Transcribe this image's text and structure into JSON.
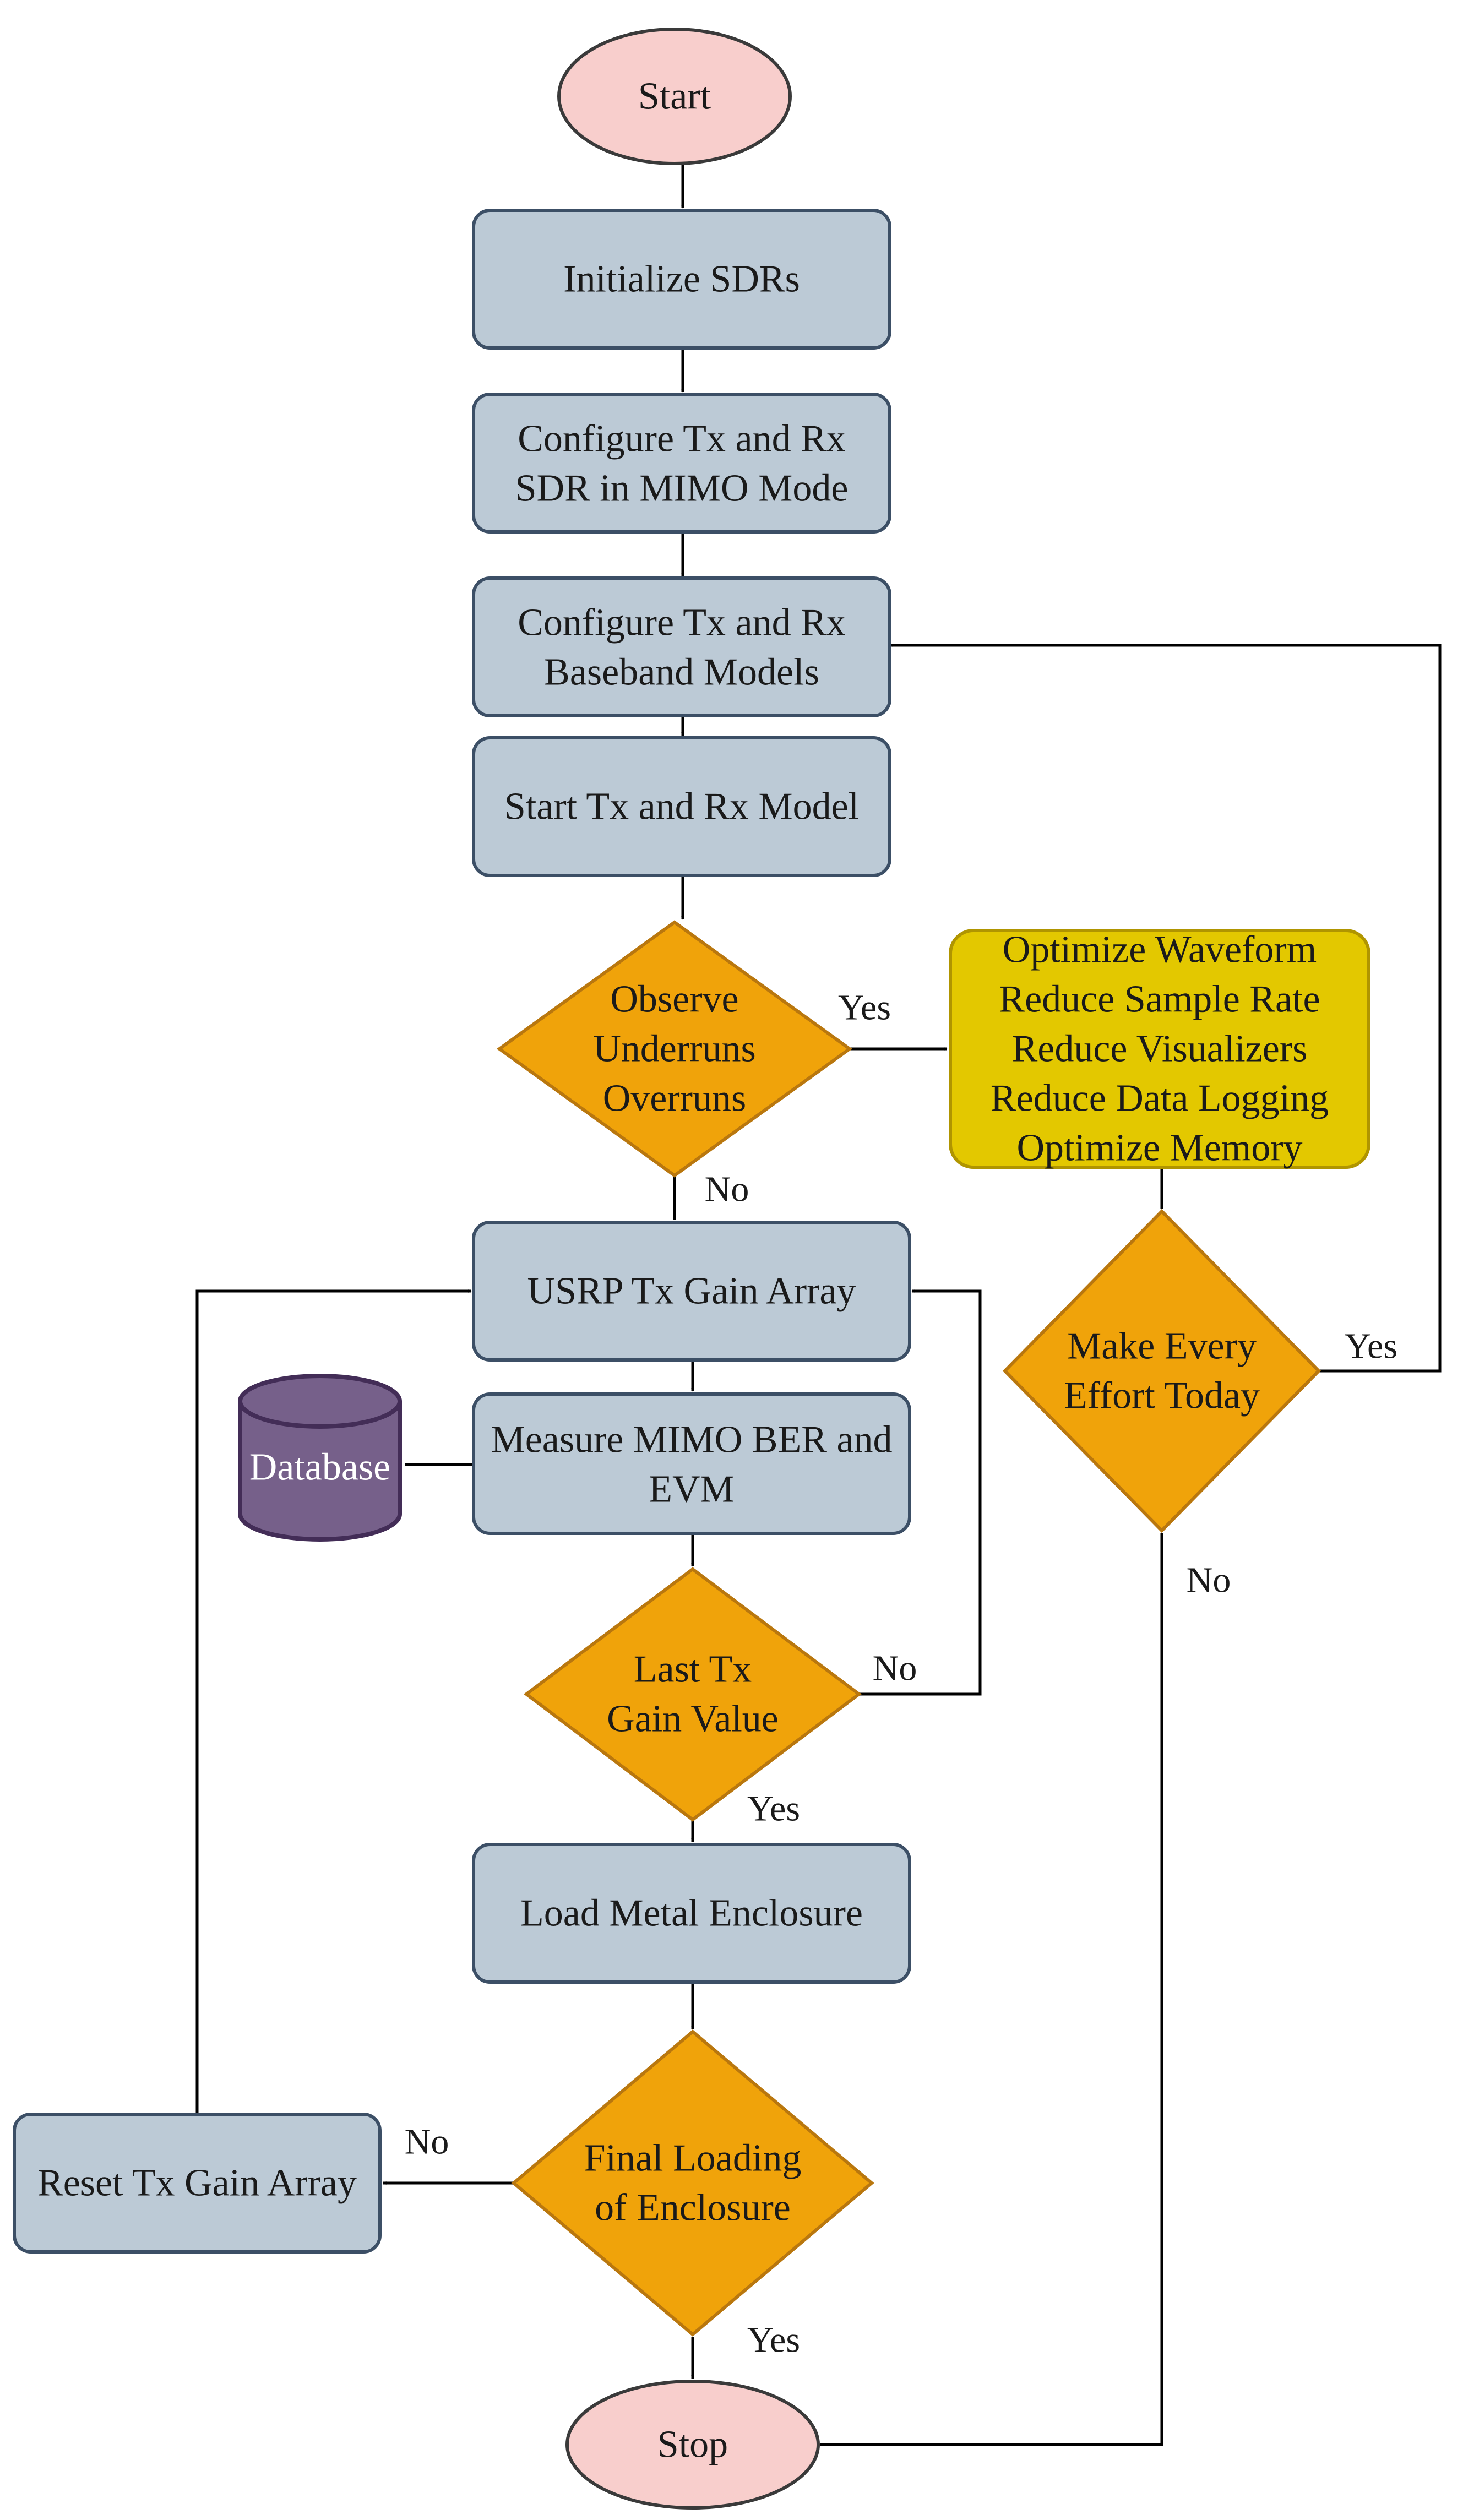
{
  "nodes": {
    "start": "Start",
    "initialize_sdrs": "Initialize SDRs",
    "configure_mimo": [
      "Configure Tx and Rx",
      "SDR in MIMO Mode"
    ],
    "configure_baseband": [
      "Configure Tx and Rx",
      "Baseband Models"
    ],
    "start_model": "Start Tx and Rx Model",
    "observe": [
      "Observe",
      "Underruns",
      "Overruns"
    ],
    "optimize": [
      "Optimize Waveform",
      "Reduce Sample Rate",
      "Reduce Visualizers",
      "Reduce Data Logging",
      "Optimize Memory"
    ],
    "make_effort": [
      "Make Every",
      "Effort Today"
    ],
    "usrp_gain": "USRP Tx Gain Array",
    "measure": [
      "Measure MIMO BER and",
      "EVM"
    ],
    "database": "Database",
    "last_gain": [
      "Last Tx",
      "Gain Value"
    ],
    "load_enclosure": "Load Metal Enclosure",
    "final_loading": [
      "Final Loading",
      "of Enclosure"
    ],
    "reset_gain": "Reset Tx Gain Array",
    "stop": "Stop"
  },
  "edge_labels": {
    "observe_yes": "Yes",
    "observe_no": "No",
    "effort_yes": "Yes",
    "effort_no": "No",
    "last_no": "No",
    "last_yes": "Yes",
    "final_no": "No",
    "final_yes": "Yes"
  },
  "colors": {
    "process_fill": "#bccad6",
    "process_stroke": "#3c4f66",
    "terminal_fill": "#f8cecc",
    "decision_fill": "#f0a30a",
    "note_fill": "#e3c800",
    "database_fill": "#76608a",
    "database_stroke": "#432d57"
  }
}
